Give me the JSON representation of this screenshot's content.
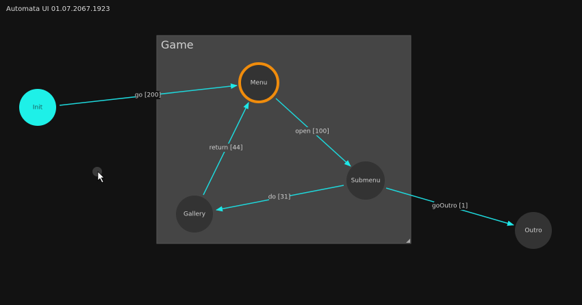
{
  "app_title": "Automata UI 01.07.2067.1923",
  "colors": {
    "accent": "#1ef0e8",
    "active": "#f08c0c",
    "background": "#121212",
    "group": "#454545",
    "node": "#333333"
  },
  "group": {
    "title": "Game"
  },
  "nodes": {
    "init": "Init",
    "menu": "Menu",
    "submenu": "Submenu",
    "gallery": "Gallery",
    "outro": "Outro"
  },
  "edges": {
    "go": "go [200]",
    "open": "open [100]",
    "do": "do [31]",
    "return": "return [44]",
    "goOutro": "goOutro [1]"
  }
}
